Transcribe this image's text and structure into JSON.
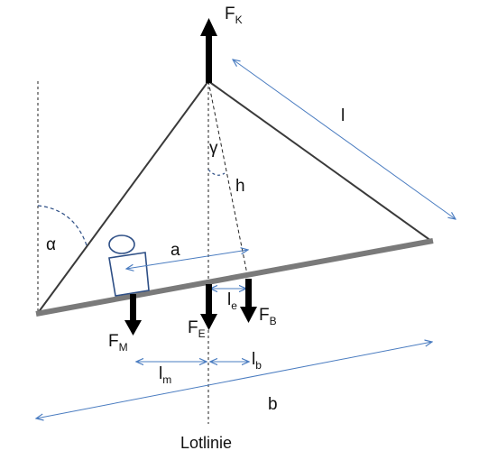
{
  "diagram": {
    "labels": {
      "F_K": {
        "main": "F",
        "sub": "K"
      },
      "l": "l",
      "gamma": "γ",
      "h": "h",
      "alpha": "α",
      "a": "a",
      "l_e": {
        "main": "l",
        "sub": "e"
      },
      "F_B": {
        "main": "F",
        "sub": "B"
      },
      "F_M": {
        "main": "F",
        "sub": "M"
      },
      "F_E": {
        "main": "F",
        "sub": "E"
      },
      "l_m": {
        "main": "l",
        "sub": "m"
      },
      "l_b": {
        "main": "l",
        "sub": "b"
      },
      "b": "b",
      "plumb_line": "Lotlinie"
    },
    "colors": {
      "rope": "#3a3a3a",
      "beam": "#7a7a7a",
      "force_arrow": "#000000",
      "dimension": "#4a7cc0",
      "dashed": "#222222",
      "angle_arc": "#2e4f86"
    }
  }
}
